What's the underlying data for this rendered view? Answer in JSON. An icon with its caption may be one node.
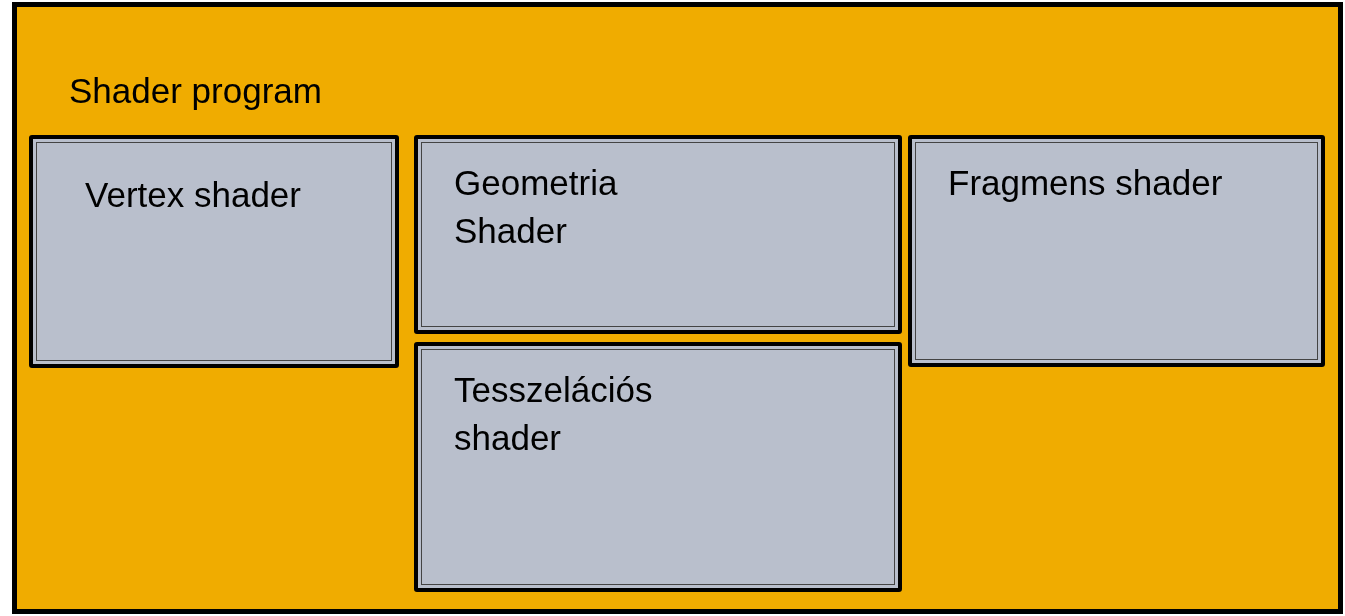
{
  "diagram": {
    "nodes": [
      {
        "text": [
          "Shader program"
        ]
      },
      {
        "text": [
          "Vertex shader"
        ],
        "in": 0
      },
      {
        "text": [
          "Geometria Shader"
        ],
        "in": 0
      },
      {
        "text": [
          "Fragmens shader"
        ],
        "in": 0
      },
      {
        "text": [
          "Tesszelációs shader"
        ],
        "in": 0
      }
    ]
  }
}
